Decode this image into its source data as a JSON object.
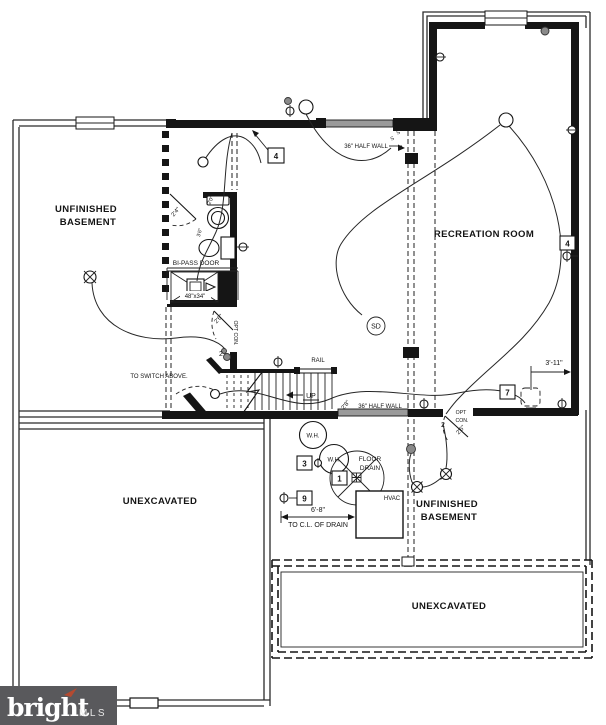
{
  "rooms": {
    "left_l1": "UNFINISHED",
    "left_l2": "BASEMENT",
    "rec": "RECREATION ROOM",
    "unex_left": "UNEXCAVATED",
    "unex_right": "UNEXCAVATED",
    "right_l1": "UNFINISHED",
    "right_l2": "BASEMENT"
  },
  "labels": {
    "to_switch": "TO SWITCH ABOVE.",
    "bipass": "BI-PASS DOOR",
    "closet_size": "48\"x34\"",
    "halfwall_top": "36\" HALF WALL",
    "halfwall_stair": "36\" HALF WALL",
    "rail": "RAIL",
    "up": "UP",
    "sd": "SD",
    "wh1": "W.H.",
    "wh2": "W.H.",
    "floor": "FLOOR",
    "drain": "DRAIN",
    "hvac": "HVAC",
    "dim_6_8": "6'-8\"",
    "to_cl_drain": "TO C.L. OF DRAIN",
    "dim_3_11": "3'-11\"",
    "opt_l1": "OPT",
    "opt_l2": "CON.",
    "optcon_door": "OPT CON.",
    "door_2_4": "2'4\"",
    "door_2_6_mid": "2'6\"",
    "door_2_6_right": "2'6\"",
    "door_2_8": "2'8\"",
    "dim_2_0": "2'0\"",
    "dim_3_6": "3'6\"",
    "sw2_a": "2",
    "sw2_b": "2",
    "s_a": "S",
    "s_b": "S"
  },
  "keys": {
    "k4a": "4",
    "k4b": "4",
    "k7": "7",
    "k3": "3",
    "k1": "1",
    "k9": "9"
  },
  "watermark": {
    "brand": "bright",
    "suffix": "MLS"
  }
}
